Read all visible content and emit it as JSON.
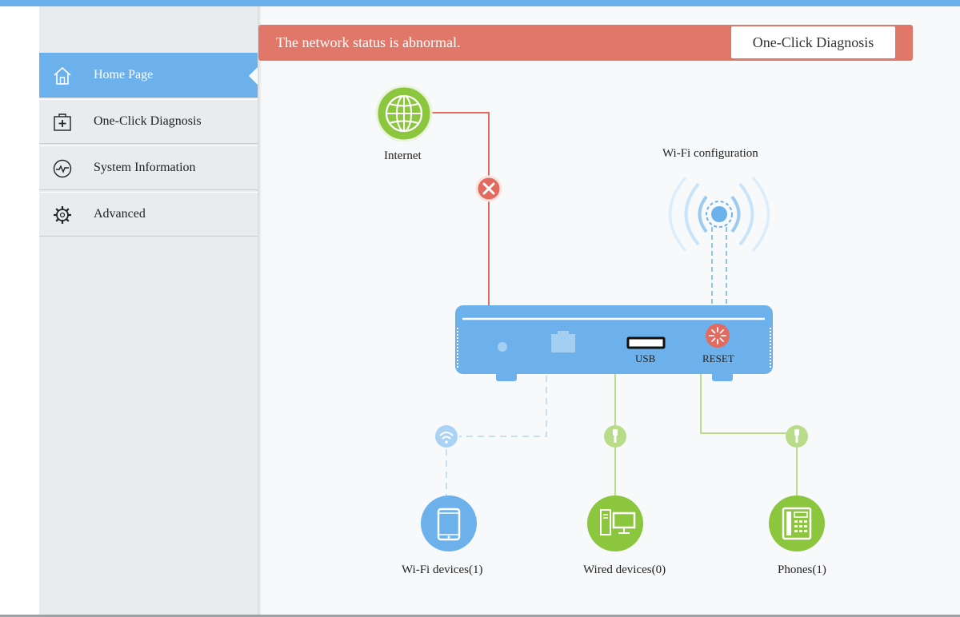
{
  "sidebar": {
    "items": [
      {
        "label": "Home Page",
        "icon": "home-icon",
        "active": true
      },
      {
        "label": "One-Click Diagnosis",
        "icon": "first-aid-icon"
      },
      {
        "label": "System Information",
        "icon": "pulse-icon"
      },
      {
        "label": "Advanced",
        "icon": "gear-icon"
      }
    ]
  },
  "alert": {
    "message": "The network status is abnormal.",
    "button_label": "One-Click Diagnosis"
  },
  "diagram": {
    "internet_label": "Internet",
    "wifi_config_label": "Wi-Fi configuration",
    "usb_label": "USB",
    "reset_label": "RESET",
    "wifi_devices_label": "Wi-Fi devices(1)",
    "wired_devices_label": "Wired devices(0)",
    "phones_label": "Phones(1)"
  },
  "colors": {
    "accent": "#6cb1ec",
    "alert": "#e07768",
    "internet_green": "#8cc63f",
    "error_red": "#e26a5f",
    "wired_line": "#b9dc8a"
  }
}
